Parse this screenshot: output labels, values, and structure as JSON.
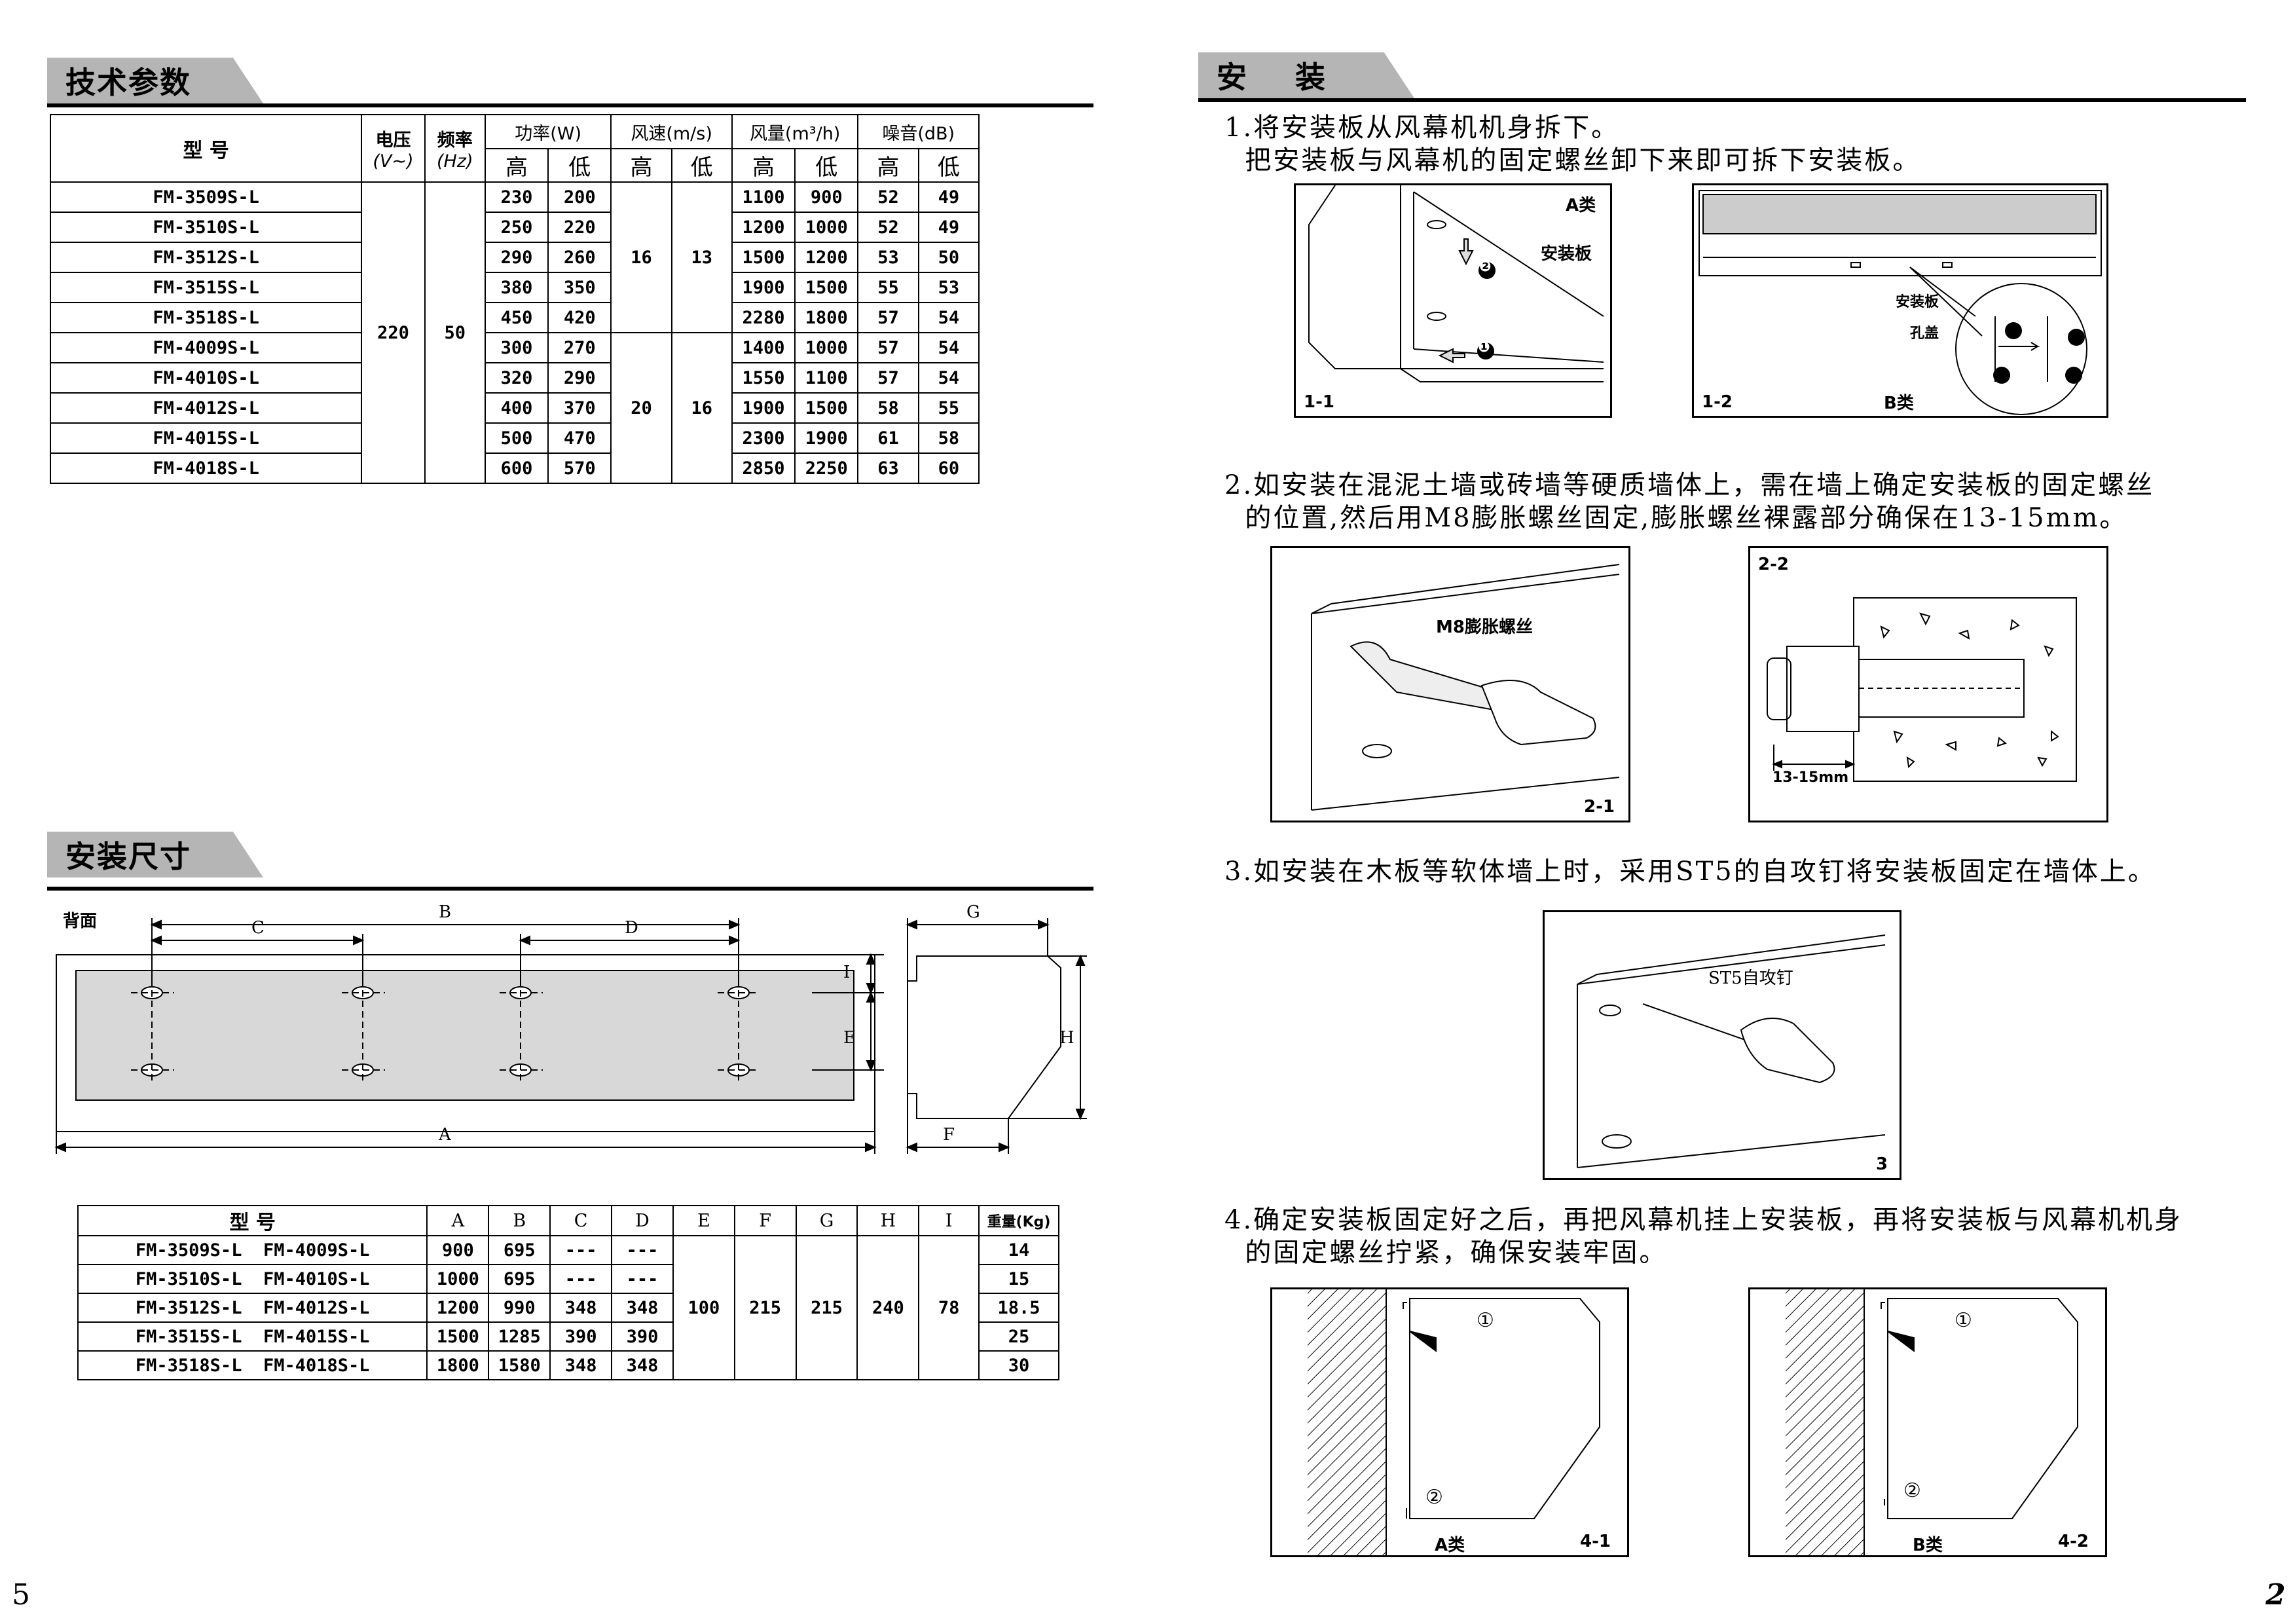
{
  "left": {
    "spec_title": "技术参数",
    "spec_table": {
      "h_model": "型  号",
      "h_voltage": "电压",
      "h_voltage_unit": "(V~)",
      "h_freq": "频率",
      "h_freq_unit": "(Hz)",
      "h_power": "功率(W)",
      "h_speed": "风速(m/s)",
      "h_flow": "风量(m³/h)",
      "h_noise": "噪音(dB)",
      "hi": "高",
      "lo": "低",
      "voltage": "220",
      "freq": "50",
      "speed_a_hi": "16",
      "speed_a_lo": "13",
      "speed_b_hi": "20",
      "speed_b_lo": "16",
      "rows": [
        [
          "FM-3509S-L",
          "230",
          "200",
          "1100",
          "900",
          "52",
          "49"
        ],
        [
          "FM-3510S-L",
          "250",
          "220",
          "1200",
          "1000",
          "52",
          "49"
        ],
        [
          "FM-3512S-L",
          "290",
          "260",
          "1500",
          "1200",
          "53",
          "50"
        ],
        [
          "FM-3515S-L",
          "380",
          "350",
          "1900",
          "1500",
          "55",
          "53"
        ],
        [
          "FM-3518S-L",
          "450",
          "420",
          "2280",
          "1800",
          "57",
          "54"
        ],
        [
          "FM-4009S-L",
          "300",
          "270",
          "1400",
          "1000",
          "57",
          "54"
        ],
        [
          "FM-4010S-L",
          "320",
          "290",
          "1550",
          "1100",
          "57",
          "54"
        ],
        [
          "FM-4012S-L",
          "400",
          "370",
          "1900",
          "1500",
          "58",
          "55"
        ],
        [
          "FM-4015S-L",
          "500",
          "470",
          "2300",
          "1900",
          "61",
          "58"
        ],
        [
          "FM-4018S-L",
          "600",
          "570",
          "2850",
          "2250",
          "63",
          "60"
        ]
      ]
    },
    "dim_title": "安装尺寸",
    "drawing": {
      "back_label": "背面",
      "A": "A",
      "B": "B",
      "C": "C",
      "D": "D",
      "E": "E",
      "F": "F",
      "G": "G",
      "H": "H",
      "I": "I"
    },
    "dim_table": {
      "h_model": "型  号",
      "cols": [
        "A",
        "B",
        "C",
        "D",
        "E",
        "F",
        "G",
        "H",
        "I"
      ],
      "h_weight": "重量(Kg)",
      "E": "100",
      "F": "215",
      "G": "215",
      "H": "240",
      "I": "78",
      "rows": [
        [
          "FM-3509S-L  FM-4009S-L",
          "900",
          "695",
          "---",
          "---",
          "14"
        ],
        [
          "FM-3510S-L  FM-4010S-L",
          "1000",
          "695",
          "---",
          "---",
          "15"
        ],
        [
          "FM-3512S-L  FM-4012S-L",
          "1200",
          "990",
          "348",
          "348",
          "18.5"
        ],
        [
          "FM-3515S-L  FM-4015S-L",
          "1500",
          "1285",
          "390",
          "390",
          "25"
        ],
        [
          "FM-3518S-L  FM-4018S-L",
          "1800",
          "1580",
          "348",
          "348",
          "30"
        ]
      ]
    },
    "page_number": "5"
  },
  "right": {
    "install_title": "安    装",
    "step1": "1.将安装板从风幕机机身拆下。\n  把安装板与风幕机的固定螺丝卸下来即可拆下安装板。",
    "step2": "2.如安装在混泥土墙或砖墙等硬质墙体上，需在墙上确定安装板的固定螺丝\n  的位置,然后用M8膨胀螺丝固定,膨胀螺丝裸露部分确保在13-15mm。",
    "step3": "3.如安装在木板等软体墙上时，采用ST5的自攻钉将安装板固定在墙体上。",
    "step4": "4.确定安装板固定好之后，再把风幕机挂上安装板，再将安装板与风幕机机身\n  的固定螺丝拧紧，确保安装牢固。",
    "fig11": {
      "tag": "1-1",
      "type": "A类",
      "plate": "安装板"
    },
    "fig12": {
      "tag": "1-2",
      "type": "B类",
      "plate": "安装板",
      "hole": "孔盖"
    },
    "fig21": {
      "tag": "2-1",
      "bolt": "M8膨胀螺丝"
    },
    "fig22": {
      "tag": "2-2",
      "dim": "13-15mm"
    },
    "fig3": {
      "tag": "3",
      "screw": "ST5自攻钉"
    },
    "fig41": {
      "tag": "4-1",
      "type": "A类",
      "m1": "①",
      "m2": "②"
    },
    "fig42": {
      "tag": "4-2",
      "type": "B类",
      "m1": "①",
      "m2": "②"
    },
    "num1": "❶",
    "num2": "❷",
    "page_number": "2"
  }
}
